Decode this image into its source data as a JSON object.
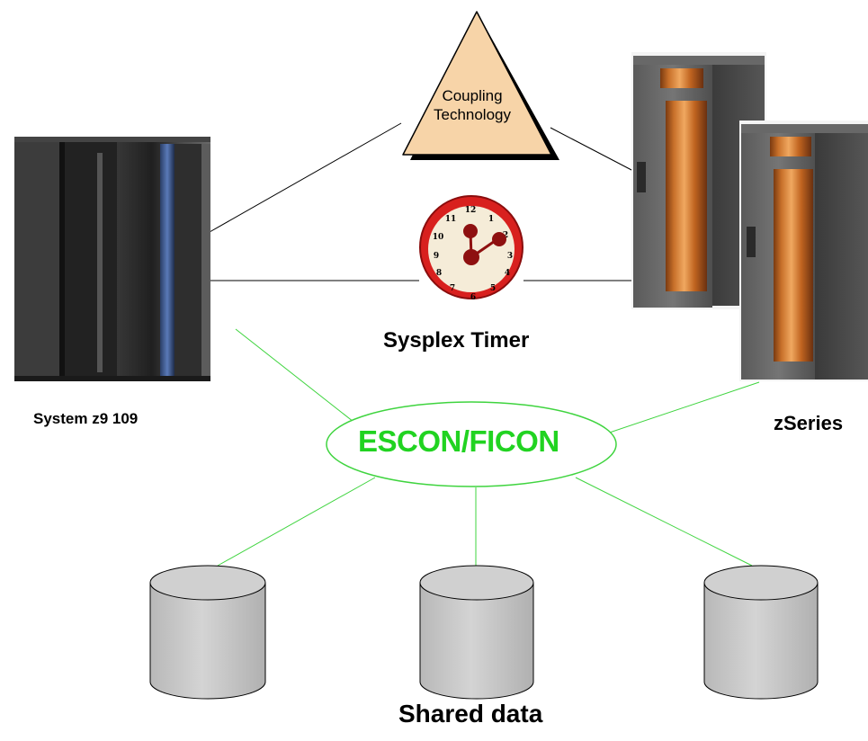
{
  "labels": {
    "coupling_line1": "Coupling",
    "coupling_line2": "Technology",
    "sysplex_timer": "Sysplex Timer",
    "system_z9": "System z9 109",
    "zseries": "zSeries",
    "escon_ficon": "ESCON/FICON",
    "shared_data": "Shared data"
  },
  "clock": {
    "numbers": [
      "12",
      "1",
      "2",
      "3",
      "4",
      "5",
      "6",
      "7",
      "8",
      "9",
      "10",
      "11"
    ]
  },
  "colors": {
    "coupling_fill": "#f7d4a8",
    "escon_text": "#21d321",
    "escon_lines": "#3fd43f",
    "clock_ring": "#d8201e",
    "clock_hands": "#8e1010",
    "disk_fill": "#c6c6c6"
  }
}
